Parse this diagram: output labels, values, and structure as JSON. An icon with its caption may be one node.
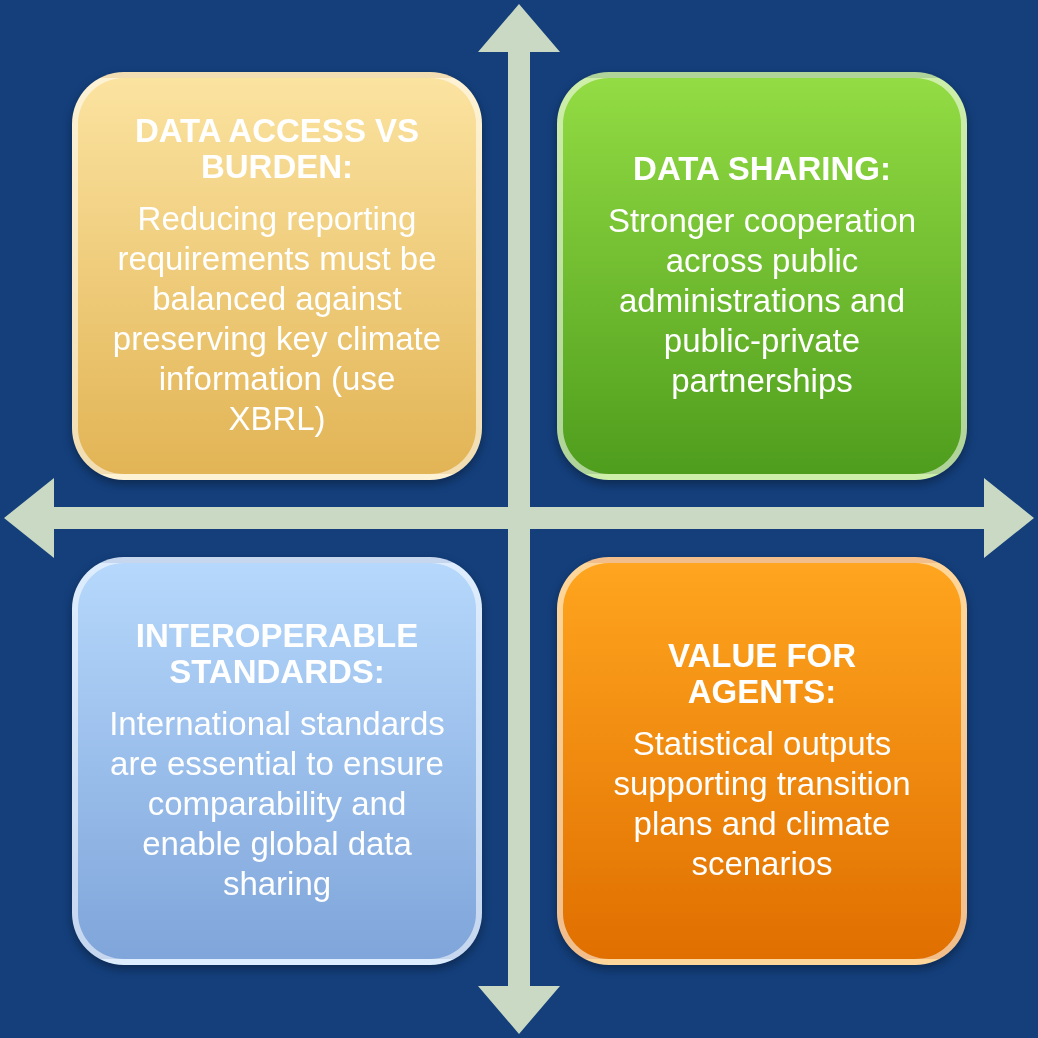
{
  "diagram": {
    "nodes": [
      {
        "text": [
          "**DATA ACCESS VS BURDEN**:",
          "Reducing reporting requirements must be balanced against preserving key climate information (use XBRL)"
        ]
      },
      {
        "text": [
          "DATA SHARING:",
          "Stronger cooperation across public administrations and public-private partnerships"
        ]
      },
      {
        "text": [
          "INTEROPERABLE STANDARDS:",
          "International standards are essential to ensure comparability and enable global data sharing"
        ]
      },
      {
        "text": [
          "**VALUE FOR AGENTS**:",
          "Statistical outputs supporting transition plans and climate scenarios"
        ]
      }
    ]
  }
}
